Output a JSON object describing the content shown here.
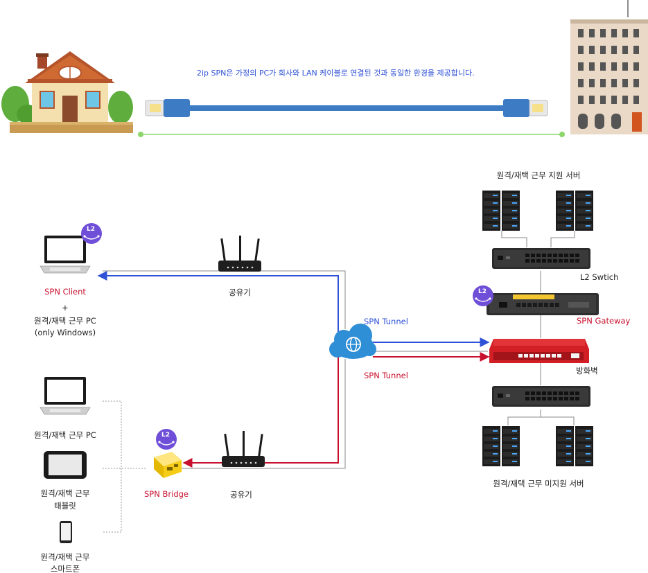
{
  "banner": {
    "caption": "2ip SPN은 가정의 PC가 회사와 LAN 케이블로 연결된 것과 동일한 환경을 제공합니다.",
    "home_icon": "house-icon",
    "office_icon": "office-building-icon",
    "cable_icon": "lan-cable-icon"
  },
  "labels": {
    "support_servers": "원격/재택 근무 지원 서버",
    "l2_switch": "L2 Swtich",
    "spn_gateway": "SPN Gateway",
    "firewall": "방화벽",
    "unsupported_servers": "원격/재택 근무 미지원 서버",
    "spn_tunnel_top": "SPN Tunnel",
    "spn_tunnel_bottom": "SPN Tunnel",
    "router_top": "공유기",
    "router_bottom": "공유기",
    "spn_client": "SPN Client",
    "plus": "+",
    "client_pc": "원격/재택 근무 PC",
    "client_os": "(only Windows)",
    "bridge": "SPN Bridge",
    "remote_pc": "원격/재택 근무 PC",
    "tablet_line1": "원격/재택 근무",
    "tablet_line2": "태블릿",
    "phone_line1": "원격/재택 근무",
    "phone_line2": "스마트폰",
    "l2_badge": "L2"
  },
  "colors": {
    "blue_tunnel": "#2f52d6",
    "red_tunnel": "#c8102e",
    "cable_blue": "#3d7cc4",
    "badge_purple": "#6f4fd8",
    "green_line": "#8cd66a"
  }
}
